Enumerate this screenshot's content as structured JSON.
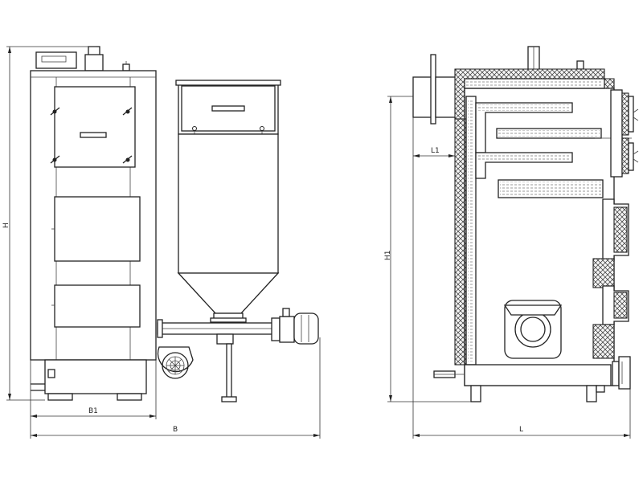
{
  "dimensions": {
    "H": "H",
    "B1": "B1",
    "B": "B",
    "H1": "H1",
    "L1": "L1",
    "L": "L"
  }
}
